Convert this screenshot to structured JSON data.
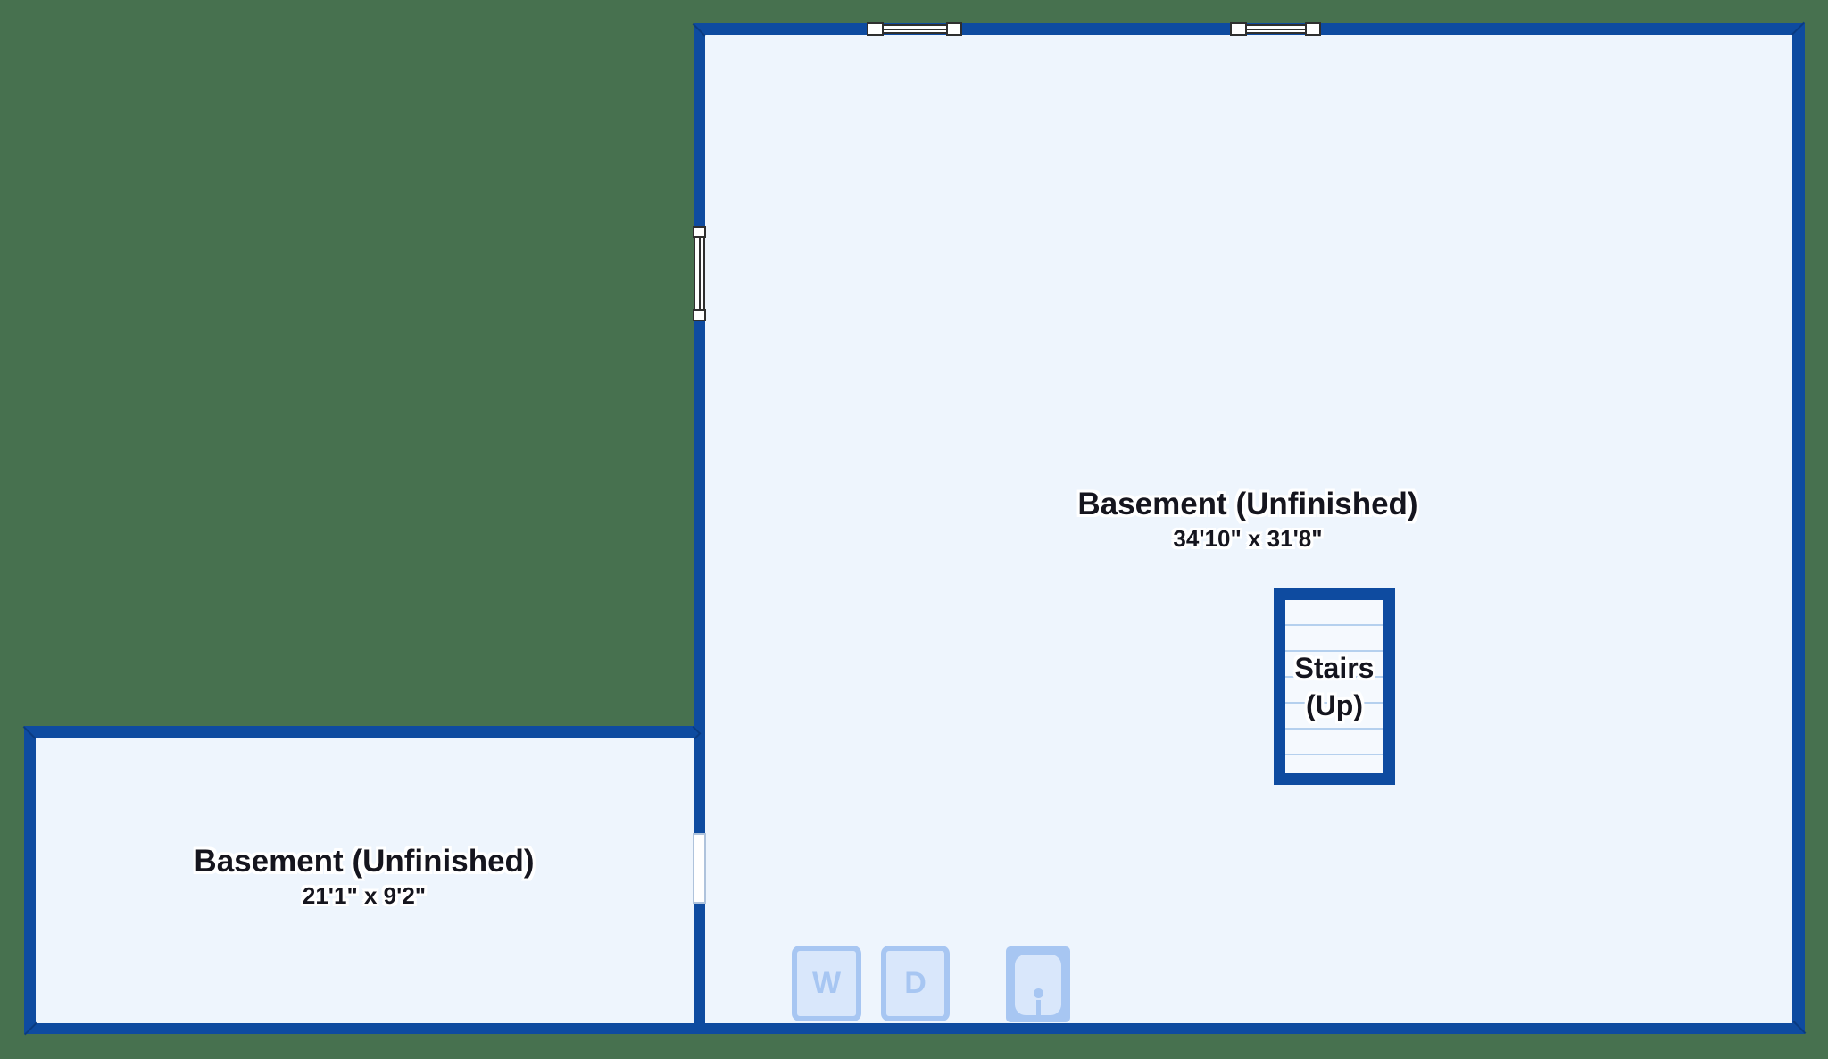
{
  "colors": {
    "background": "#47714F",
    "wall": "#0E4BA0",
    "wall_dark": "#09387B",
    "floor": "#EEF5FD",
    "stairs_floor": "#F5F9FE",
    "stair_tread": "#B5D0EE",
    "appliance_accent": "#A7C6F2",
    "appliance_fill": "#D9E7FB",
    "text": "#15151E",
    "window_frame": "#2F2F2F",
    "door_frame": "#AFC3DC"
  },
  "rooms": {
    "large": {
      "label": "Basement (Unfinished)",
      "dimensions": "34'10\" x 31'8\""
    },
    "small": {
      "label": "Basement (Unfinished)",
      "dimensions": "21'1\" x 9'2\""
    }
  },
  "stairs": {
    "line1": "Stairs",
    "line2": "(Up)"
  },
  "appliances": {
    "washer": "W",
    "dryer": "D"
  }
}
